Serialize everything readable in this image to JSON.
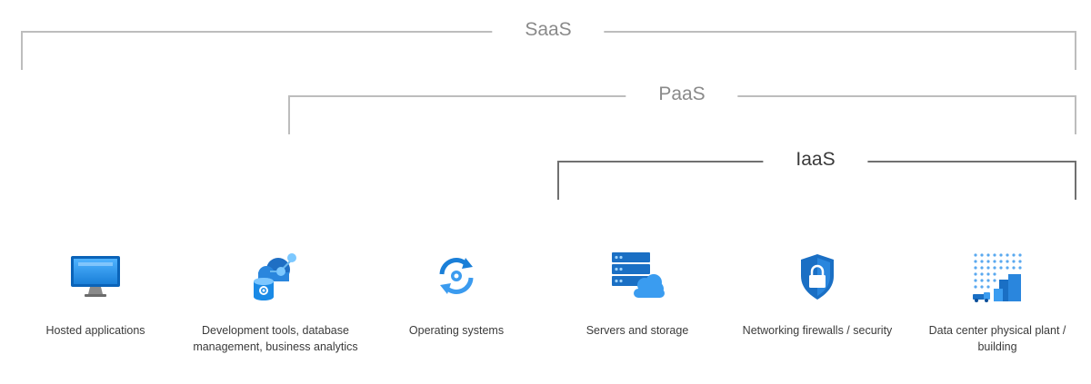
{
  "brackets": {
    "saas": "SaaS",
    "paas": "PaaS",
    "iaas": "IaaS"
  },
  "items": [
    {
      "label": "Hosted applications",
      "icon": "monitor-icon"
    },
    {
      "label": "Development tools, database management, business analytics",
      "icon": "database-cloud-icon"
    },
    {
      "label": "Operating systems",
      "icon": "refresh-gear-icon"
    },
    {
      "label": "Servers and storage",
      "icon": "server-cloud-icon"
    },
    {
      "label": "Networking firewalls / security",
      "icon": "shield-lock-icon"
    },
    {
      "label": "Data center physical plant / building",
      "icon": "datacenter-building-icon"
    }
  ],
  "colors": {
    "accent": "#0078d4",
    "light_accent": "#50a0f0",
    "bracket": "#bdbdbd",
    "bracket_dark": "#707070"
  }
}
